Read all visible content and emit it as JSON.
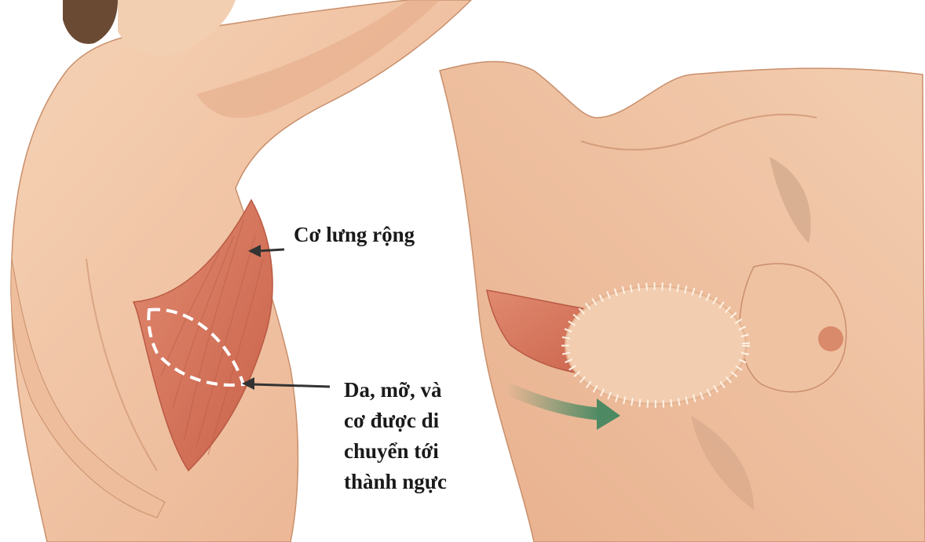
{
  "labels": {
    "muscle": "Cơ lưng rộng",
    "flap_lines": [
      "Da, mỡ, và",
      "cơ được di",
      "chuyển tới",
      "thành ngực"
    ]
  },
  "colors": {
    "skin": "#f1c7a6",
    "skin_shadow": "#d9a07f",
    "muscle": "#d9775e",
    "muscle_dark": "#b95a44",
    "arrow_green": "#4d8a63",
    "hair": "#6b4a34"
  }
}
